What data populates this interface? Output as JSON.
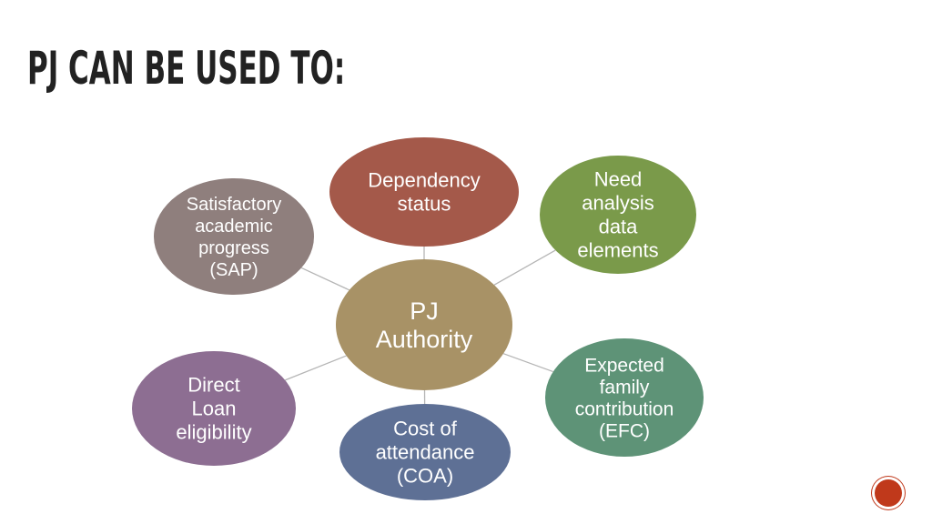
{
  "slide": {
    "title": "PJ CAN BE USED TO:"
  },
  "diagram": {
    "center": {
      "lines": [
        "PJ",
        "Authority"
      ],
      "color": "#A89266"
    },
    "nodes": [
      {
        "id": "dependency",
        "lines": [
          "Dependency",
          "status"
        ],
        "color": "#A4594A"
      },
      {
        "id": "need-analysis",
        "lines": [
          "Need",
          "analysis",
          "data",
          "elements"
        ],
        "color": "#7A9A4A"
      },
      {
        "id": "efc",
        "lines": [
          "Expected",
          "family",
          "contribution",
          "(EFC)"
        ],
        "color": "#5E9377"
      },
      {
        "id": "coa",
        "lines": [
          "Cost of",
          "attendance",
          "(COA)"
        ],
        "color": "#5E7095"
      },
      {
        "id": "direct-loan",
        "lines": [
          "Direct",
          "Loan",
          "eligibility"
        ],
        "color": "#8D6E92"
      },
      {
        "id": "sap",
        "lines": [
          "Satisfactory",
          "academic",
          "progress",
          "(SAP)"
        ],
        "color": "#8F7F7D"
      }
    ],
    "connector_color": "#B5B5B5"
  },
  "nav": {
    "button_color": "#C0391B"
  }
}
